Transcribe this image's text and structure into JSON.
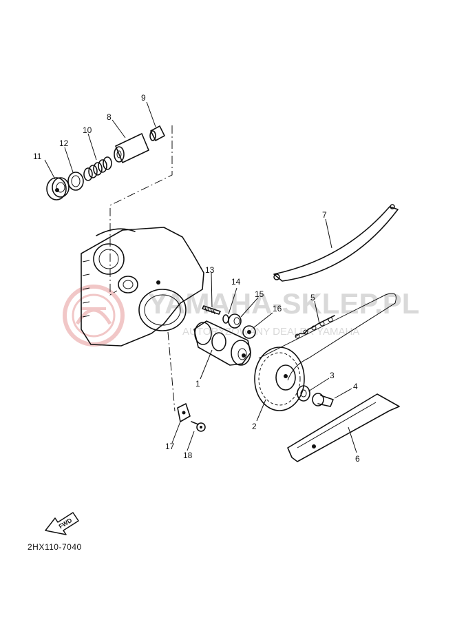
{
  "diagram": {
    "code": "2HX110-7040",
    "fwd_label": "FWD",
    "watermark": {
      "brand": "YAMAHA-SKLEP.PL",
      "tagline": "AUTORYZOWANY DEALER YAMAHA"
    },
    "callouts": [
      {
        "id": "1",
        "label": "1"
      },
      {
        "id": "2",
        "label": "2"
      },
      {
        "id": "3",
        "label": "3"
      },
      {
        "id": "4",
        "label": "4"
      },
      {
        "id": "5",
        "label": "5"
      },
      {
        "id": "6",
        "label": "6"
      },
      {
        "id": "7",
        "label": "7"
      },
      {
        "id": "8",
        "label": "8"
      },
      {
        "id": "9",
        "label": "9"
      },
      {
        "id": "10",
        "label": "10"
      },
      {
        "id": "11",
        "label": "11"
      },
      {
        "id": "12",
        "label": "12"
      },
      {
        "id": "13",
        "label": "13"
      },
      {
        "id": "14",
        "label": "14"
      },
      {
        "id": "15",
        "label": "15"
      },
      {
        "id": "16",
        "label": "16"
      },
      {
        "id": "17",
        "label": "17"
      },
      {
        "id": "18",
        "label": "18"
      }
    ]
  }
}
